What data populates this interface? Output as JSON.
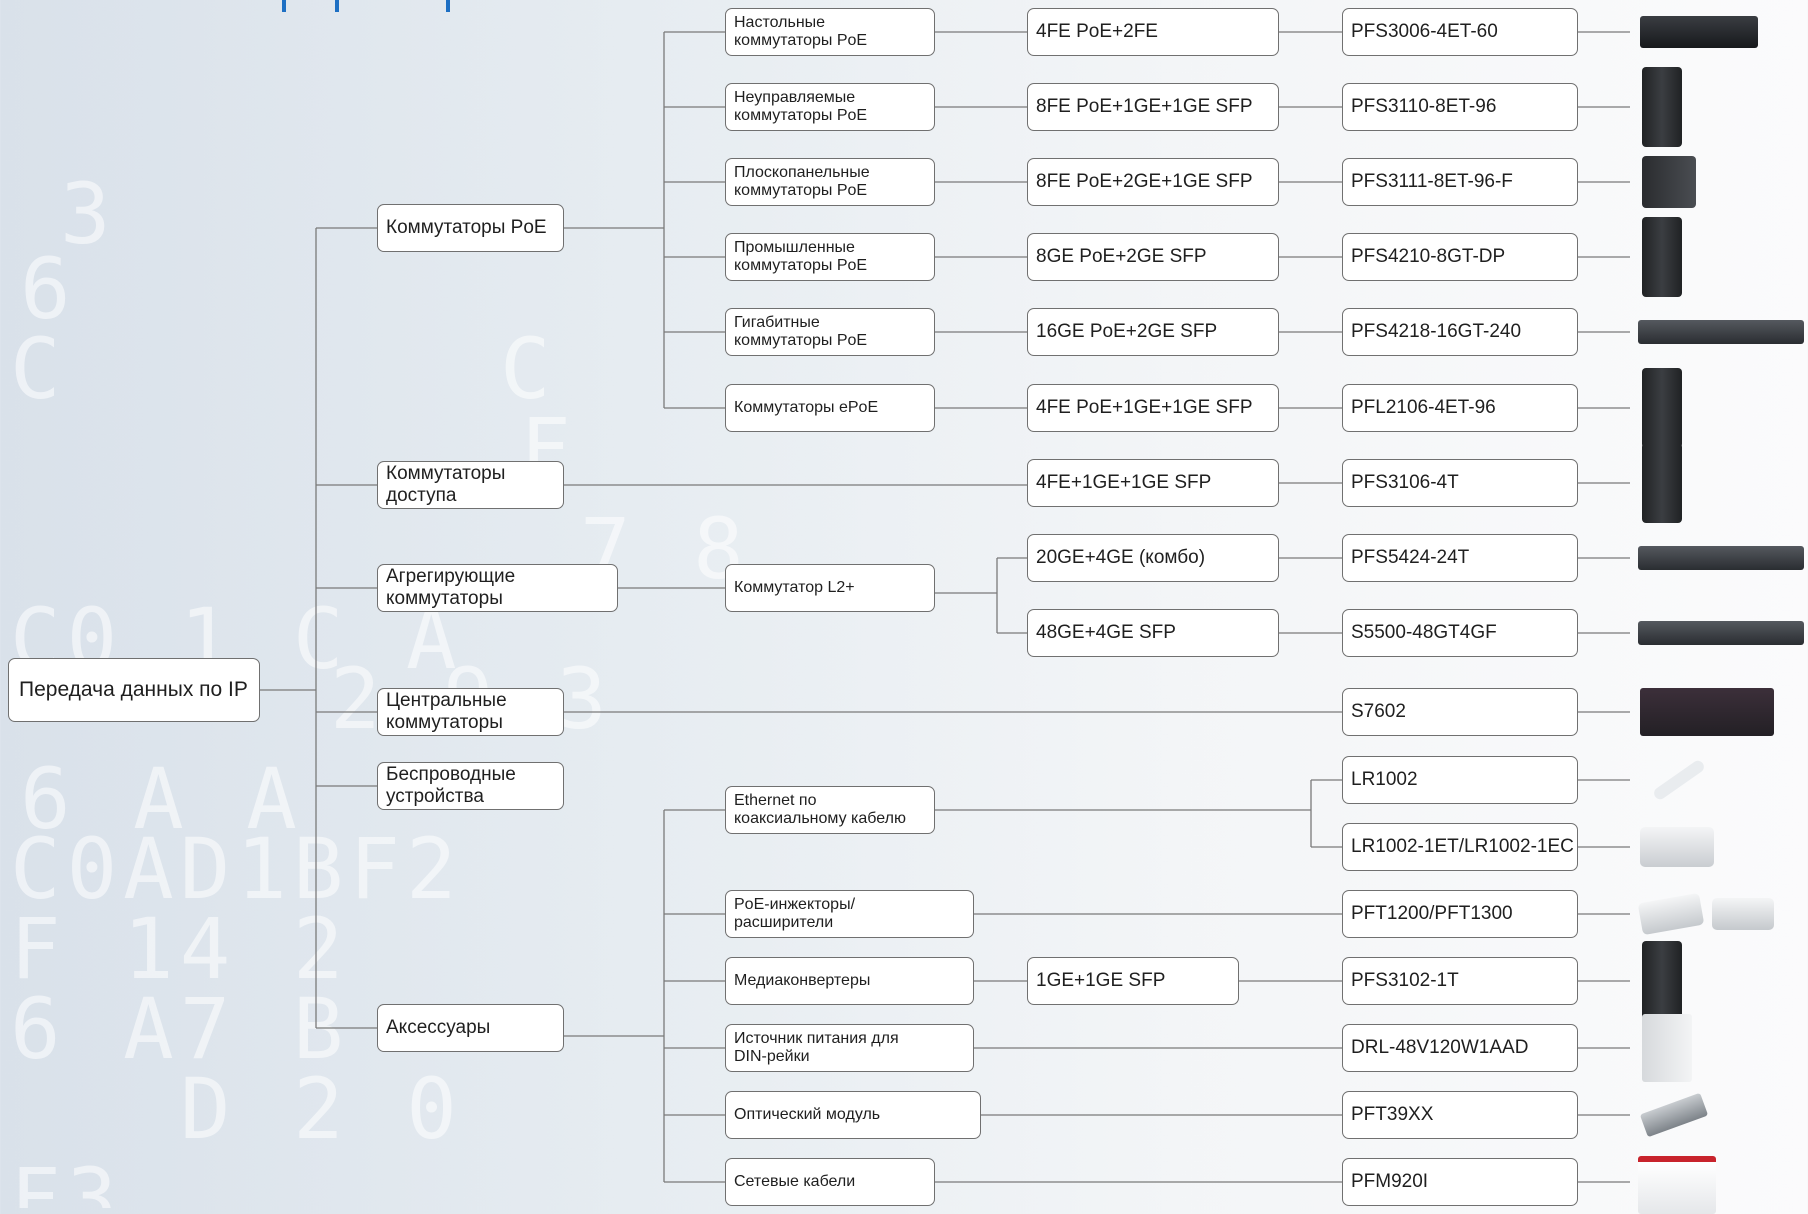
{
  "root": "Передача данных по IP",
  "categories": [
    {
      "id": "poe",
      "label": "Коммутаторы PoE"
    },
    {
      "id": "access",
      "label": "Коммутаторы\nдоступа"
    },
    {
      "id": "agg",
      "label": "Агрегирующие\nкоммутаторы"
    },
    {
      "id": "core",
      "label": "Центральные\nкоммутаторы"
    },
    {
      "id": "wireless",
      "label": "Беспроводные\nустройства"
    },
    {
      "id": "acc",
      "label": "Аксессуары"
    }
  ],
  "subcategories": [
    {
      "id": "desk",
      "label": "Настольные\nкоммутаторы PoE"
    },
    {
      "id": "unmanaged",
      "label": "Неуправляемые\nкоммутаторы PoE"
    },
    {
      "id": "flat",
      "label": "Плоскопанельные\nкоммутаторы PoE"
    },
    {
      "id": "industrial",
      "label": "Промышленные\nкоммутаторы PoE"
    },
    {
      "id": "gigabit",
      "label": "Гигабитные\nкоммутаторы PoE"
    },
    {
      "id": "epoe",
      "label": "Коммутаторы ePoE"
    },
    {
      "id": "l2",
      "label": "Коммутатор L2+"
    },
    {
      "id": "coax",
      "label": "Ethernet по\nкоаксиальному кабелю"
    },
    {
      "id": "injectors",
      "label": "PoE-инжекторы/\nрасширители"
    },
    {
      "id": "media",
      "label": "Медиаконвертеры"
    },
    {
      "id": "psu",
      "label": "Источник питания для\nDIN-рейки"
    },
    {
      "id": "optic",
      "label": "Оптический модуль"
    },
    {
      "id": "cables",
      "label": "Сетевые кабели"
    }
  ],
  "specs": [
    {
      "id": "s1",
      "label": "4FE PoE+2FE"
    },
    {
      "id": "s2",
      "label": "8FE PoE+1GE+1GE SFP"
    },
    {
      "id": "s3",
      "label": "8FE PoE+2GE+1GE SFP"
    },
    {
      "id": "s4",
      "label": "8GE PoE+2GE SFP"
    },
    {
      "id": "s5",
      "label": "16GE PoE+2GE SFP"
    },
    {
      "id": "s6",
      "label": "4FE PoE+1GE+1GE SFP"
    },
    {
      "id": "s7",
      "label": "4FE+1GE+1GE SFP"
    },
    {
      "id": "s8",
      "label": "20GE+4GE (комбо)"
    },
    {
      "id": "s9",
      "label": "48GE+4GE SFP"
    },
    {
      "id": "s10",
      "label": "1GE+1GE SFP"
    }
  ],
  "models": [
    {
      "id": "m1",
      "label": "PFS3006-4ET-60",
      "image": "desktop-switch-photo"
    },
    {
      "id": "m2",
      "label": "PFS3110-8ET-96",
      "image": "din-rail-switch-photo"
    },
    {
      "id": "m3",
      "label": "PFS3111-8ET-96-F",
      "image": "flat-panel-switch-photo"
    },
    {
      "id": "m4",
      "label": "PFS4210-8GT-DP",
      "image": "industrial-switch-photo"
    },
    {
      "id": "m5",
      "label": "PFS4218-16GT-240",
      "image": "rack-switch-photo"
    },
    {
      "id": "m6",
      "label": "PFL2106-4ET-96",
      "image": "epoe-switch-photo"
    },
    {
      "id": "m7",
      "label": "PFS3106-4T",
      "image": "access-switch-photo"
    },
    {
      "id": "m8",
      "label": "PFS5424-24T",
      "image": "rack-switch-24-photo"
    },
    {
      "id": "m9",
      "label": "S5500-48GT4GF",
      "image": "rack-switch-48-photo"
    },
    {
      "id": "m10",
      "label": "S7602",
      "image": "chassis-switch-photo"
    },
    {
      "id": "m11",
      "label": "LR1002",
      "image": "coax-adapter-photo"
    },
    {
      "id": "m12",
      "label": "LR1002-1ET/LR1002-1EC",
      "image": "coax-extender-photo"
    },
    {
      "id": "m13",
      "label": "PFT1200/PFT1300",
      "image": "poe-injector-photo"
    },
    {
      "id": "m14",
      "label": "PFS3102-1T",
      "image": "media-converter-photo"
    },
    {
      "id": "m15",
      "label": "DRL-48V120W1AAD",
      "image": "power-supply-photo"
    },
    {
      "id": "m16",
      "label": "PFT39XX",
      "image": "sfp-module-photo"
    },
    {
      "id": "m17",
      "label": "PFM920I",
      "image": "network-cable-box-photo"
    }
  ],
  "colors": {
    "accent": "#1d6fc3",
    "line": "#7a7a7a",
    "border": "#707070",
    "box": "#ffffff"
  }
}
